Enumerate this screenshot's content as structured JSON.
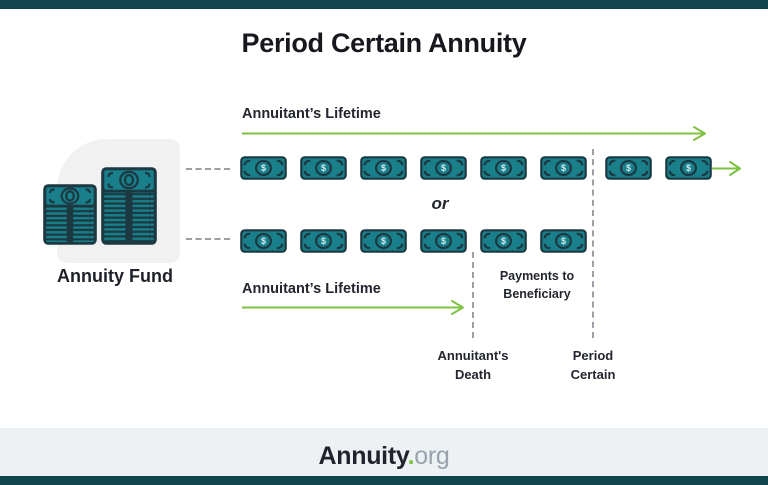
{
  "title": "Period Certain Annuity",
  "fund": {
    "label": "Annuity Fund"
  },
  "flows": {
    "top": {
      "label": "Annuitant’s Lifetime",
      "bills_count": 8
    },
    "or": "or",
    "bottom": {
      "label": "Annuitant’s Lifetime",
      "bills_count": 6,
      "payments_line1": "Payments to",
      "payments_line2": "Beneficiary"
    }
  },
  "bill_symbol": "$",
  "markers": {
    "death": {
      "line1": "Annuitant's",
      "line2": "Death"
    },
    "period": {
      "line1": "Period",
      "line2": "Certain"
    }
  },
  "footer": {
    "brand": "Annuity",
    "dot": ".",
    "tld": "org"
  },
  "colors": {
    "teal": "#187f8b",
    "dark": "#1c3942",
    "green": "#7dc243",
    "dash": "#9aa0a6",
    "text": "#23262e",
    "bar": "#11454e",
    "shape_gray": "#f1f1f2",
    "footer_bg": "#edf1f4",
    "footer_gray": "#9aa3ac"
  }
}
